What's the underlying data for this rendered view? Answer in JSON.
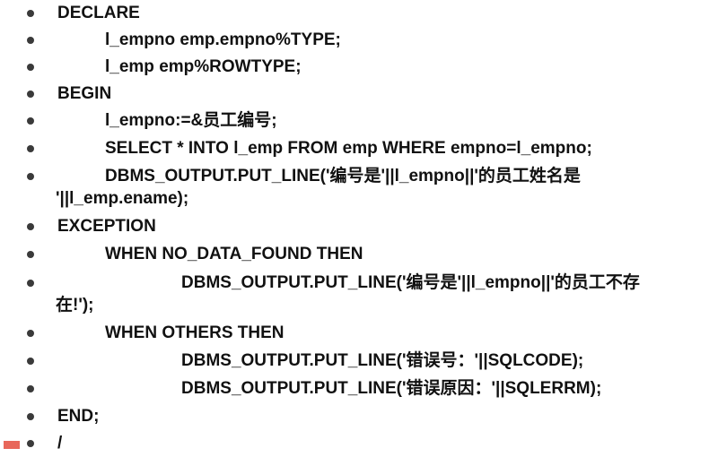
{
  "lines": [
    {
      "text": "DECLARE"
    },
    {
      "text": "l_empno emp.empno%TYPE;"
    },
    {
      "text": "l_emp emp%ROWTYPE;"
    },
    {
      "text": "BEGIN"
    },
    {
      "text": "l_empno:=&员工编号;"
    },
    {
      "text": "SELECT * INTO l_emp FROM emp WHERE empno=l_empno;"
    },
    {
      "text": "DBMS_OUTPUT.PUT_LINE('编号是'||l_empno||'的员工姓名是",
      "cont": "'||l_emp.ename);"
    },
    {
      "text": "EXCEPTION"
    },
    {
      "text": "WHEN NO_DATA_FOUND THEN"
    },
    {
      "text": "DBMS_OUTPUT.PUT_LINE('编号是'||l_empno||'的员工不存",
      "cont": "在!');"
    },
    {
      "text": "WHEN OTHERS THEN"
    },
    {
      "text": "DBMS_OUTPUT.PUT_LINE('错误号：'||SQLCODE);"
    },
    {
      "text": "DBMS_OUTPUT.PUT_LINE('错误原因：'||SQLERRM);"
    },
    {
      "text": "END;"
    },
    {
      "text": "/"
    }
  ]
}
